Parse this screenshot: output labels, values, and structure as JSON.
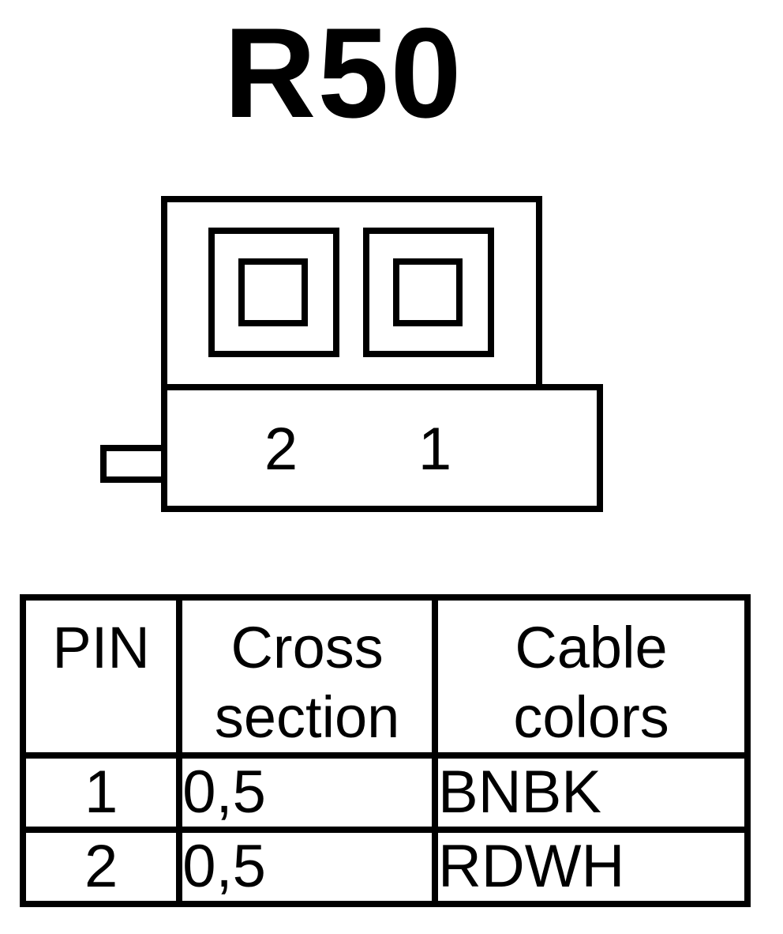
{
  "title": "R50",
  "connector": {
    "pin_labels": [
      "2",
      "1"
    ]
  },
  "table": {
    "headers": {
      "pin": "PIN",
      "cross_line1": "Cross",
      "cross_line2": "section",
      "color_line1": "Cable",
      "color_line2": "colors"
    },
    "rows": [
      {
        "pin": "1",
        "cross_section": "0,5",
        "color": "BNBK"
      },
      {
        "pin": "2",
        "cross_section": "0,5",
        "color": "RDWH"
      }
    ]
  }
}
